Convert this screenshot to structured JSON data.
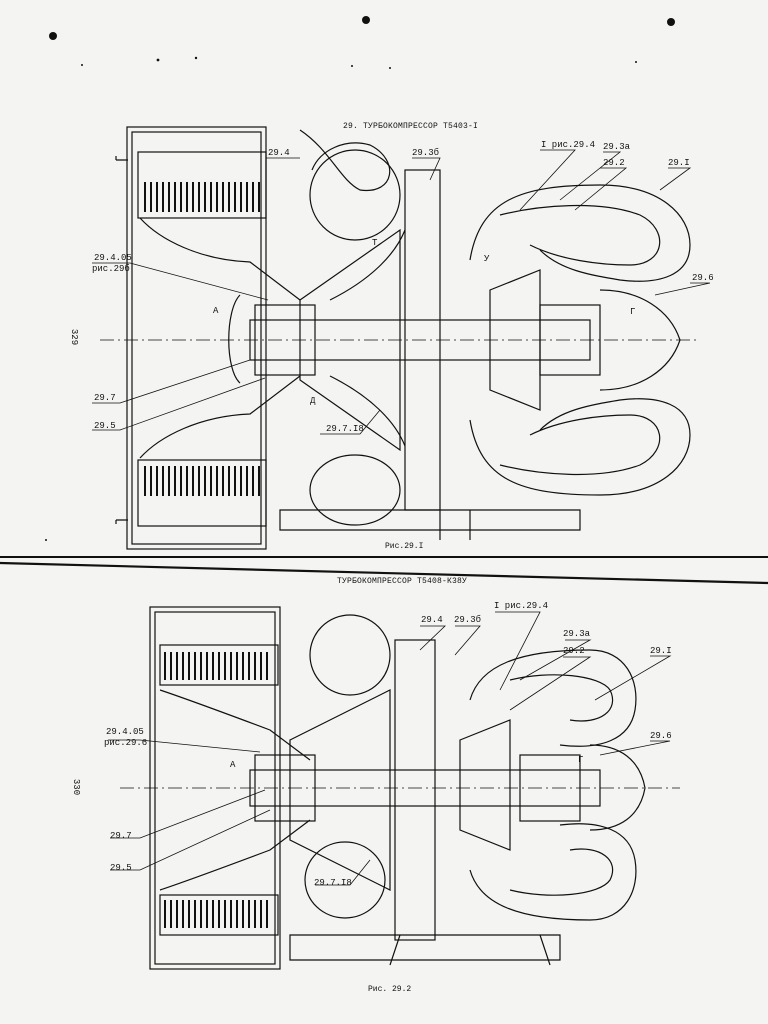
{
  "figure1": {
    "title": "29. ТУРБОКОМПРЕССОР Т5403-I",
    "caption": "Рис.29.I",
    "page_number": "329",
    "labels": {
      "l_29_4": "29.4",
      "l_29_3b": "29.3б",
      "l_ref": "I рис.29.4",
      "l_29_3a": "29.3а",
      "l_29_2": "29.2",
      "l_29_1": "29.I",
      "l_29_4_05": "29.4.05",
      "l_ris_29b": "рис.29б",
      "l_29_6": "29.6",
      "l_29_7": "29.7",
      "l_29_5": "29.5",
      "l_29_7_18": "29.7.I8",
      "l_A": "А",
      "l_G": "Г",
      "l_D": "Д",
      "l_T": "Т",
      "l_U": "У"
    }
  },
  "figure2": {
    "title": "ТУРБОКОМПРЕССОР Т5408-К38У",
    "caption": "Рис. 29.2",
    "page_number": "330",
    "labels": {
      "l_29_4": "29.4",
      "l_29_3b": "29.3б",
      "l_ref": "I рис.29.4",
      "l_29_3a": "29.3а",
      "l_29_2": "29.2",
      "l_29_1": "29.I",
      "l_29_4_05": "29.4.05",
      "l_ris_29_6": "рис.29.6",
      "l_29_6": "29.6",
      "l_29_7": "29.7",
      "l_29_5": "29.5",
      "l_29_7_18": "29.7.I8",
      "l_A": "А",
      "l_G": "Г"
    }
  }
}
